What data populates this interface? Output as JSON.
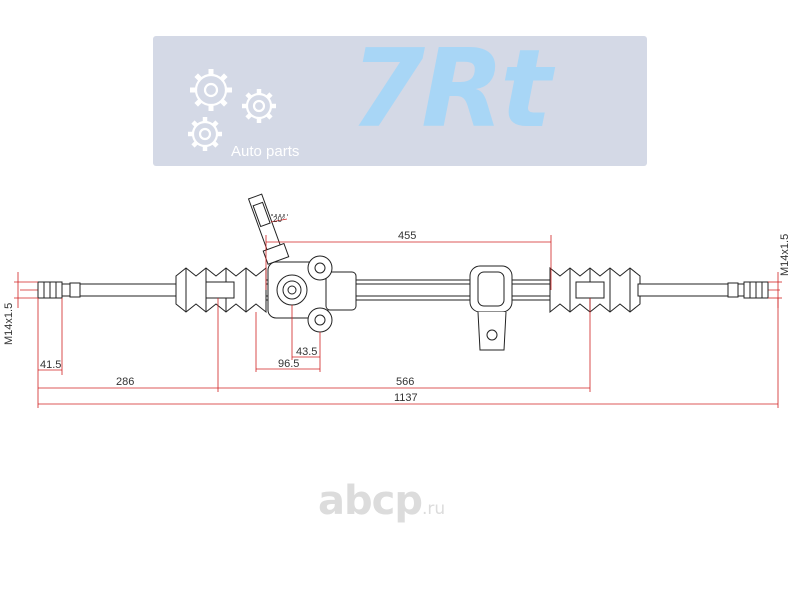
{
  "logo": {
    "brand_text": "7Rt",
    "tagline": "Auto parts",
    "icon": "gears-icon",
    "background_color": "#d4d9e6",
    "brand_color": "#a8d6f6"
  },
  "dimensions": {
    "angle": "20°",
    "rack_span": "455",
    "thread_left": "M14x1.5",
    "thread_right": "M14x1.5",
    "pinion_offset": "43.5",
    "pinion_center": "96.5",
    "end_length": "41.5",
    "left_section": "286",
    "middle_section": "566",
    "overall_length": "1137"
  },
  "colors": {
    "line": "#222222",
    "dimension_line": "#d02020"
  },
  "watermark": {
    "text": "abcp",
    "suffix": ".ru",
    "color": "#dcdcdc"
  }
}
